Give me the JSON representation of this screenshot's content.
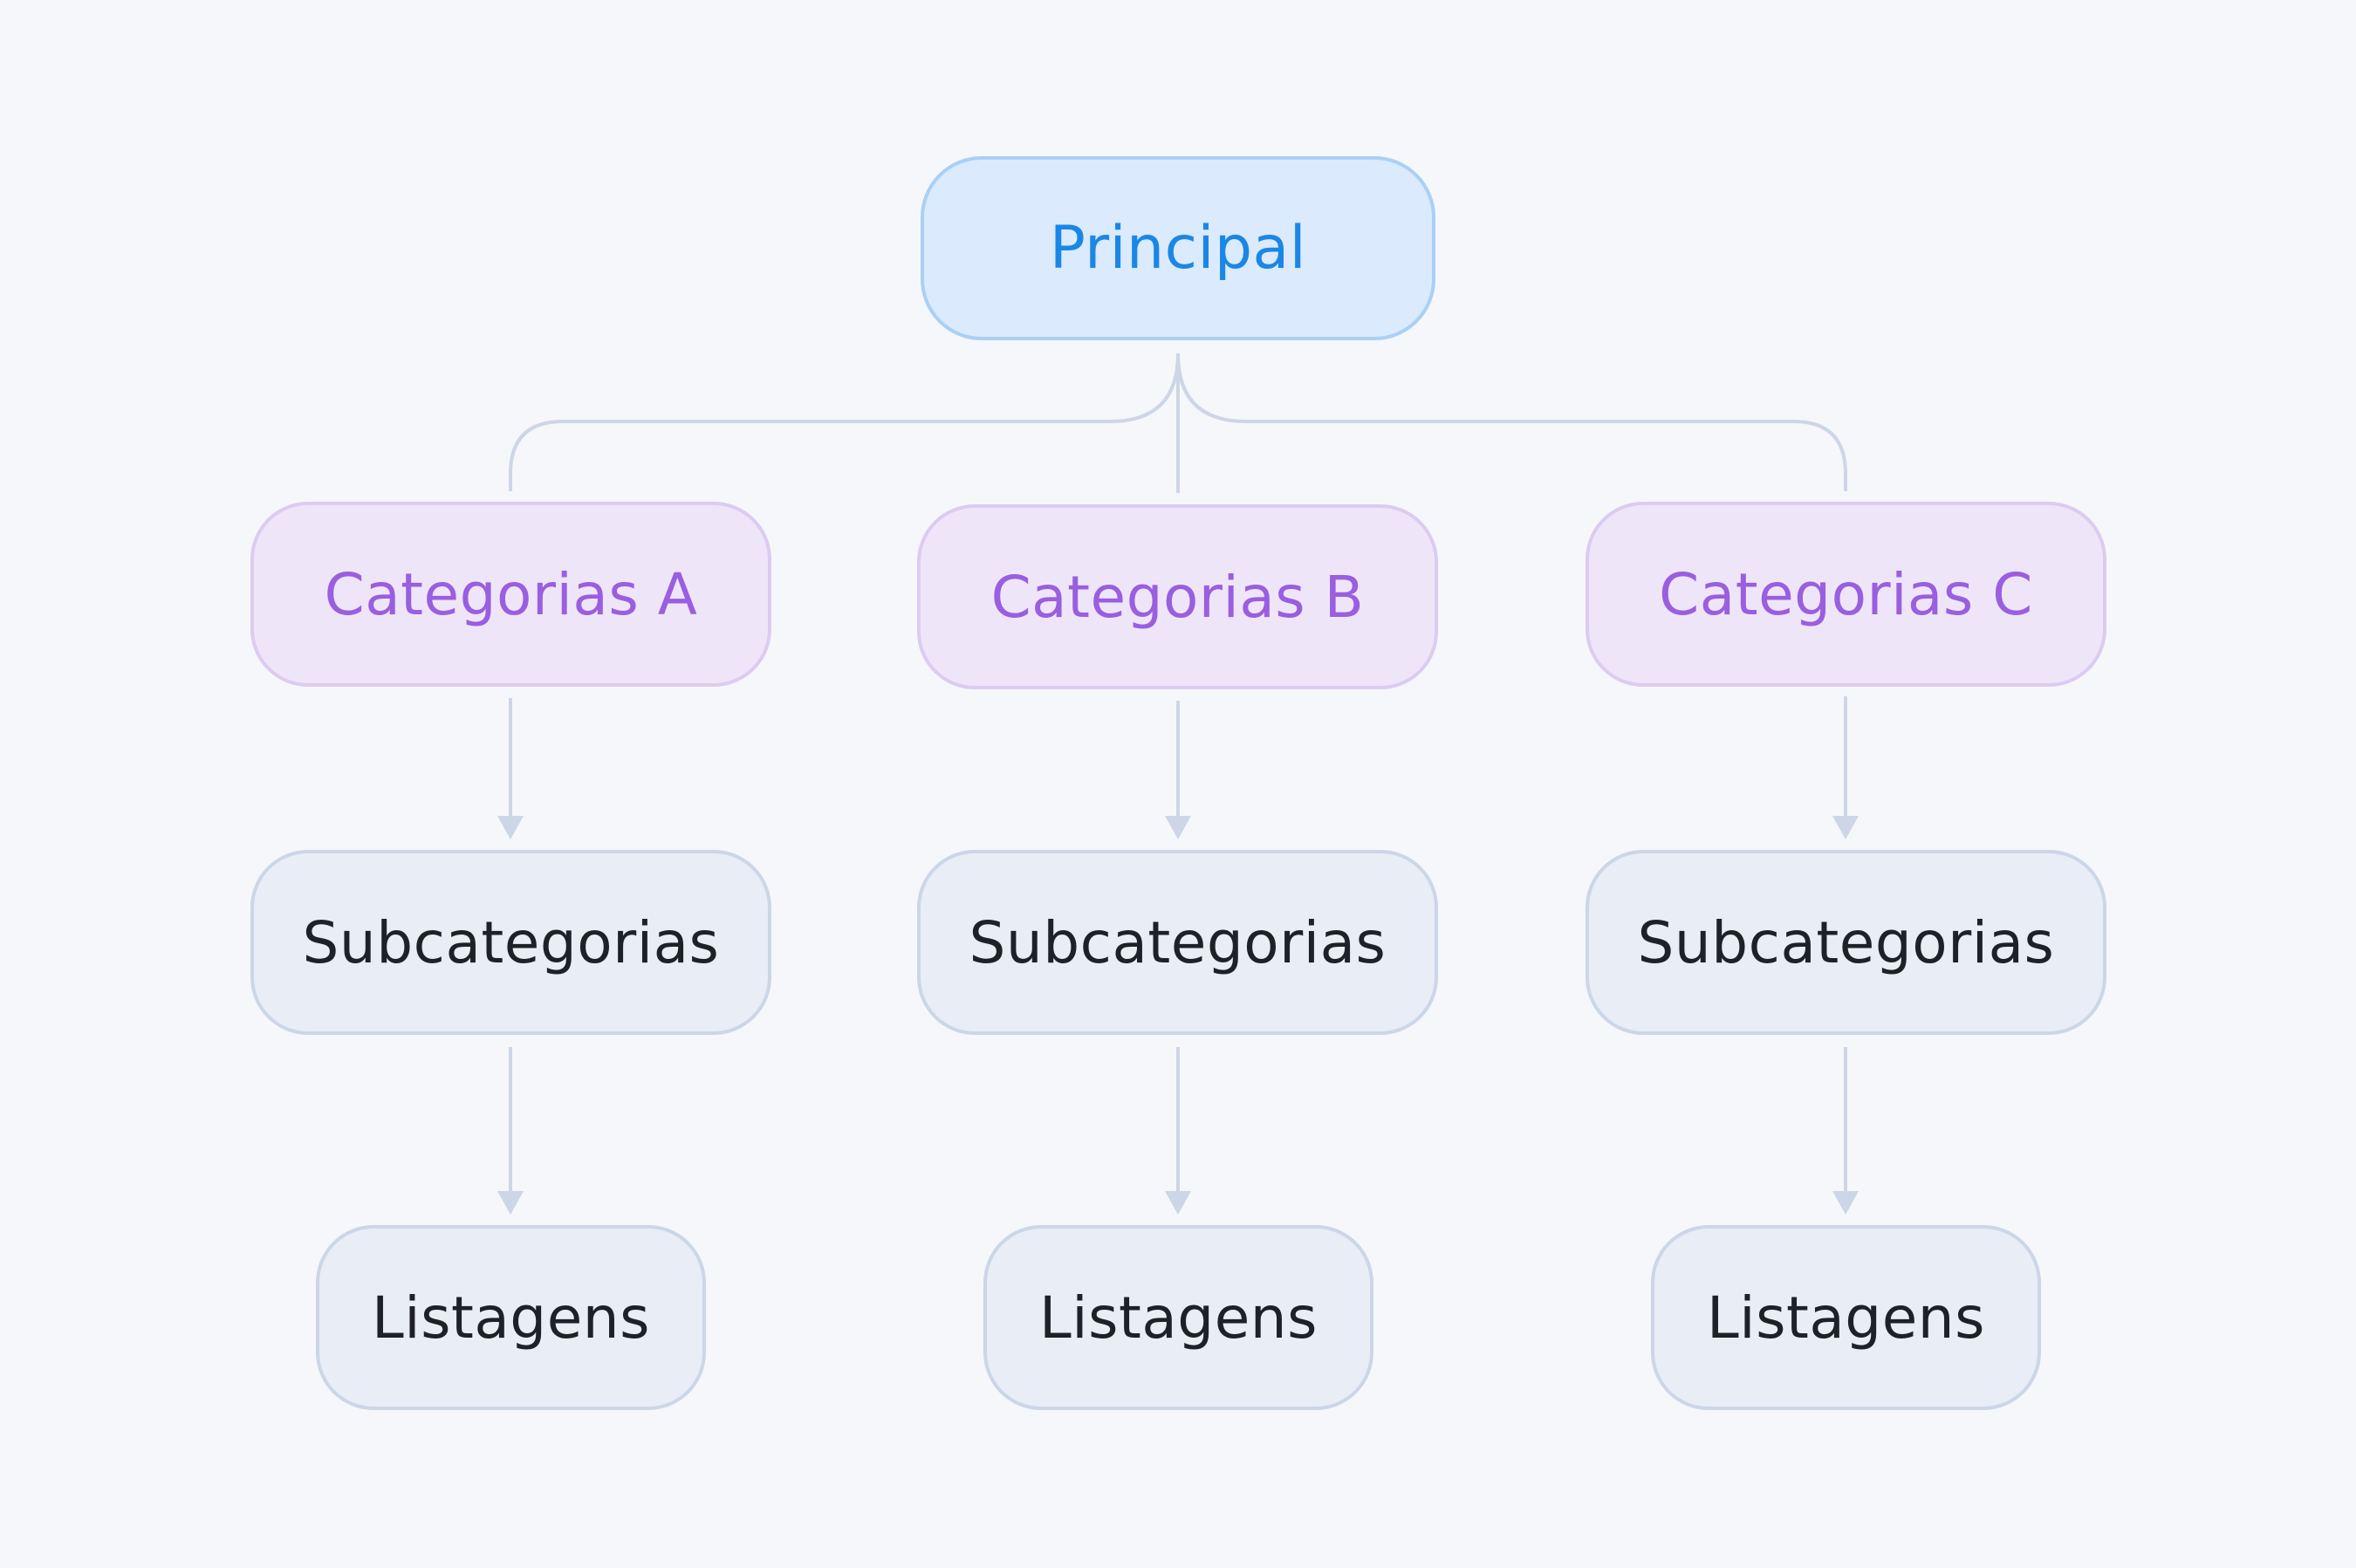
{
  "colors": {
    "background": "#f6f7fb",
    "connector": "#cdd6e6",
    "root_fill": "#dbeafc",
    "root_border": "#a9d0f6",
    "root_text": "#1a87e6",
    "category_fill": "#eee6f8",
    "category_border": "#dccbf1",
    "category_text": "#9a5ee0",
    "neutral_fill": "#e9edf5",
    "neutral_border": "#cbd6e7",
    "neutral_text": "#1f2128"
  },
  "root": {
    "label": "Principal"
  },
  "categories": [
    {
      "label": "Categorias A",
      "subcategory": "Subcategorias",
      "listing": "Listagens"
    },
    {
      "label": "Categorias B",
      "subcategory": "Subcategorias",
      "listing": "Listagens"
    },
    {
      "label": "Categorias C",
      "subcategory": "Subcategorias",
      "listing": "Listagens"
    }
  ]
}
